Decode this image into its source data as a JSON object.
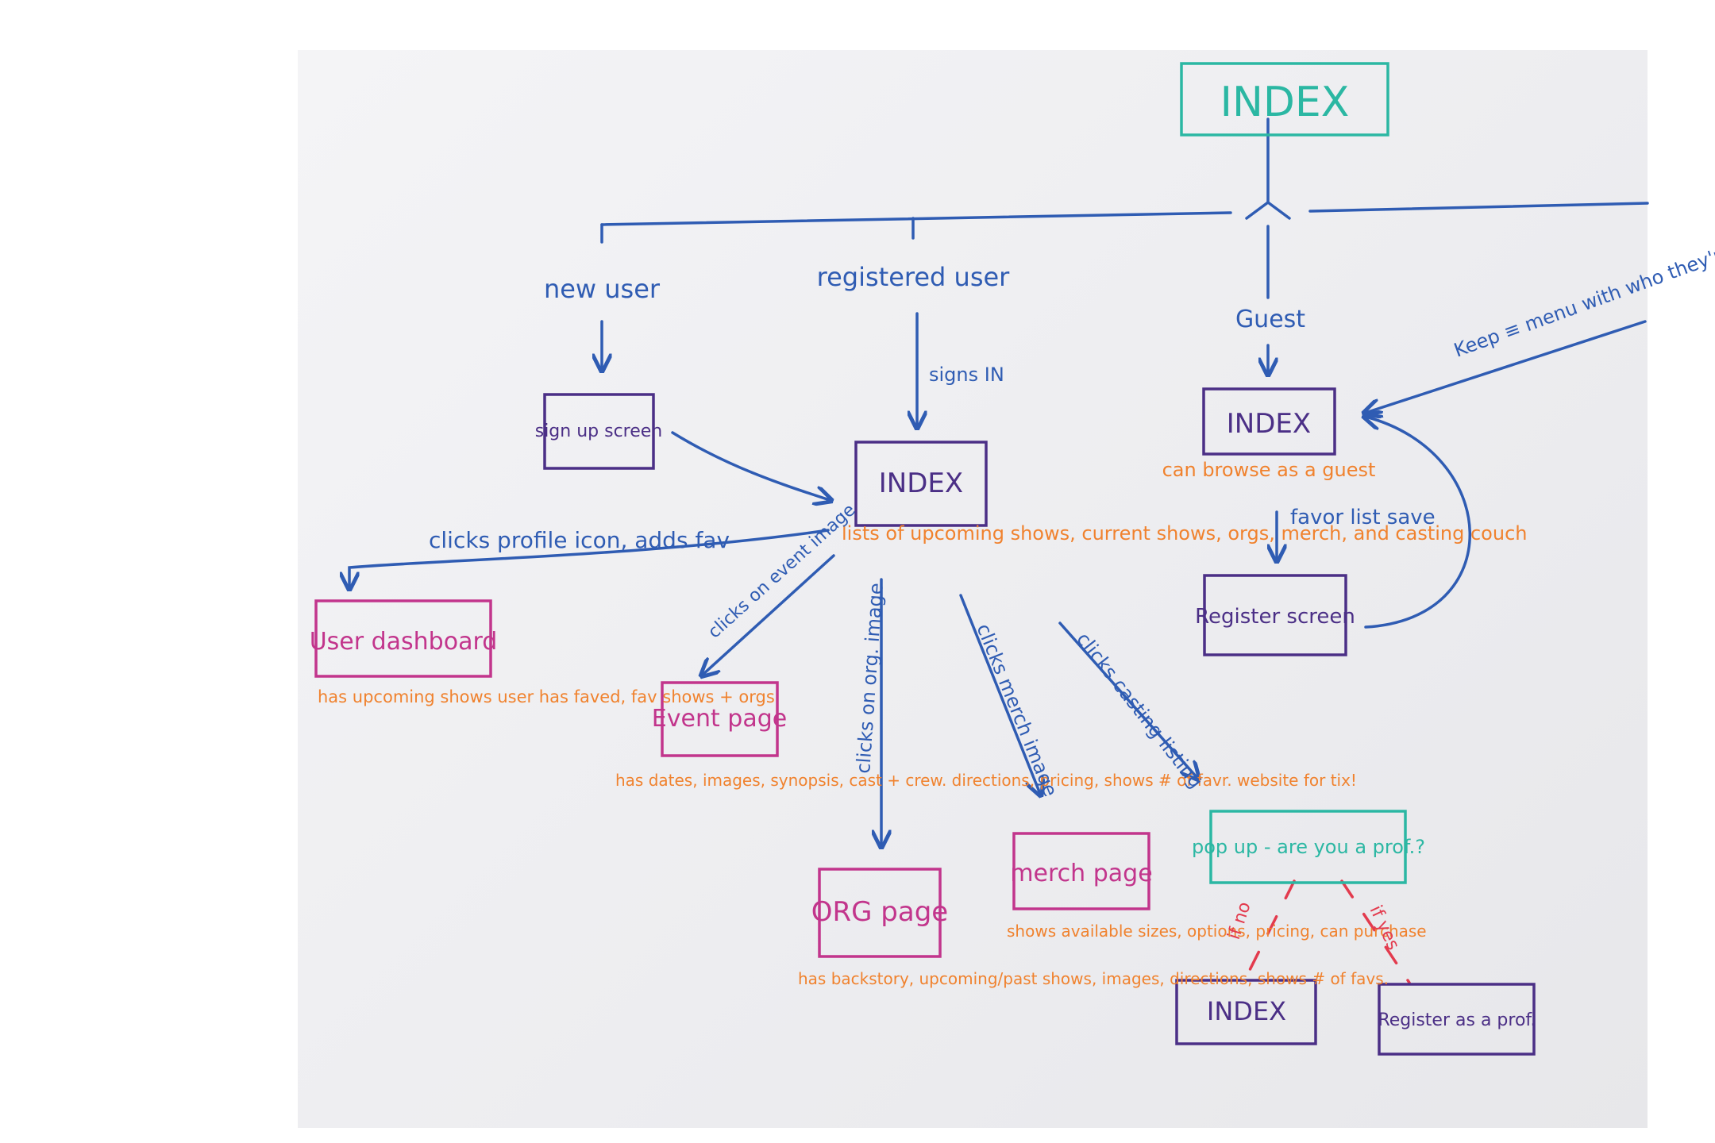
{
  "diagram": {
    "root": {
      "label": "INDEX",
      "color": "#2bb7a3"
    },
    "branches": {
      "new_user": "new user",
      "registered_user": "registered user",
      "guest": "Guest"
    },
    "edges": {
      "signs_in": "signs IN",
      "clicks_profile": "clicks profile icon, adds fav",
      "clicks_event": "clicks on event image",
      "clicks_org": "clicks on org. image",
      "clicks_merch": "clicks merch image",
      "clicks_casting": "clicks casting listing",
      "favor_list": "favor list save",
      "if_no": "if no",
      "if_yes": "if yes"
    },
    "nodes": {
      "sign_up": {
        "label": "sign up screen",
        "color": "#4b2f86"
      },
      "index_main": {
        "label": "INDEX",
        "color": "#4b2f86"
      },
      "index_guest": {
        "label": "INDEX",
        "color": "#4b2f86"
      },
      "register_screen": {
        "label": "Register screen",
        "color": "#4b2f86"
      },
      "user_dashboard": {
        "label": "User dashboard",
        "color": "#c2358c"
      },
      "event_page": {
        "label": "Event page",
        "color": "#c2358c"
      },
      "org_page": {
        "label": "ORG page",
        "color": "#c2358c"
      },
      "merch_page": {
        "label": "merch page",
        "color": "#c2358c"
      },
      "popup": {
        "label": "pop up - are you a prof.?",
        "color": "#2bb7a3"
      },
      "index_bottom": {
        "label": "INDEX",
        "color": "#4b2f86"
      },
      "register_prof": {
        "label": "Register as a prof.",
        "color": "#4b2f86"
      }
    },
    "notes": {
      "index_main": "lists of upcoming shows, current shows, orgs, merch, and casting couch",
      "guest": "can browse as a guest",
      "dashboard": "has upcoming shows user has faved, fav shows + orgs",
      "event": "has dates, images, synopsis, cast + crew. directions, pricing, shows # of favr. website for tix!",
      "org": "has backstory, upcoming/past shows, images, directions, shows # of favs.",
      "merch": "shows available sizes, options, pricing, can purchase"
    },
    "side_note": "Keep ≡ menu with who they're admin for",
    "colors": {
      "blue": "#2f5cb3",
      "orange": "#f0822e",
      "purple": "#4b2f86",
      "pink": "#c2358c",
      "teal": "#2bb7a3",
      "red": "#e33b4e"
    }
  }
}
